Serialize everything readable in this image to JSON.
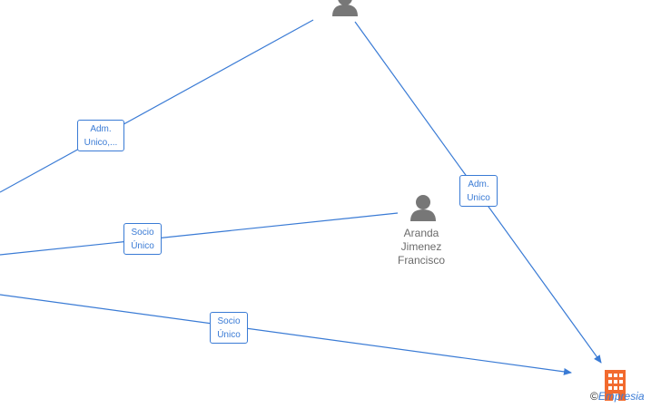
{
  "diagram": {
    "edge_labels": [
      {
        "lines": [
          "Adm.",
          "Unico,..."
        ]
      },
      {
        "lines": [
          "Socio",
          "Único"
        ]
      },
      {
        "lines": [
          "Adm.",
          "Unico"
        ]
      },
      {
        "lines": [
          "Socio",
          "Único"
        ]
      }
    ],
    "person": {
      "lines": [
        "Aranda",
        "Jimenez",
        "Francisco"
      ]
    },
    "watermark": {
      "copyright": "©",
      "brand": "Empresia"
    },
    "colors": {
      "edge": "#3a7bd5",
      "person_icon": "#777777",
      "company_icon": "#f26a2e"
    },
    "icons": [
      "person-icon",
      "company-building-icon"
    ]
  }
}
